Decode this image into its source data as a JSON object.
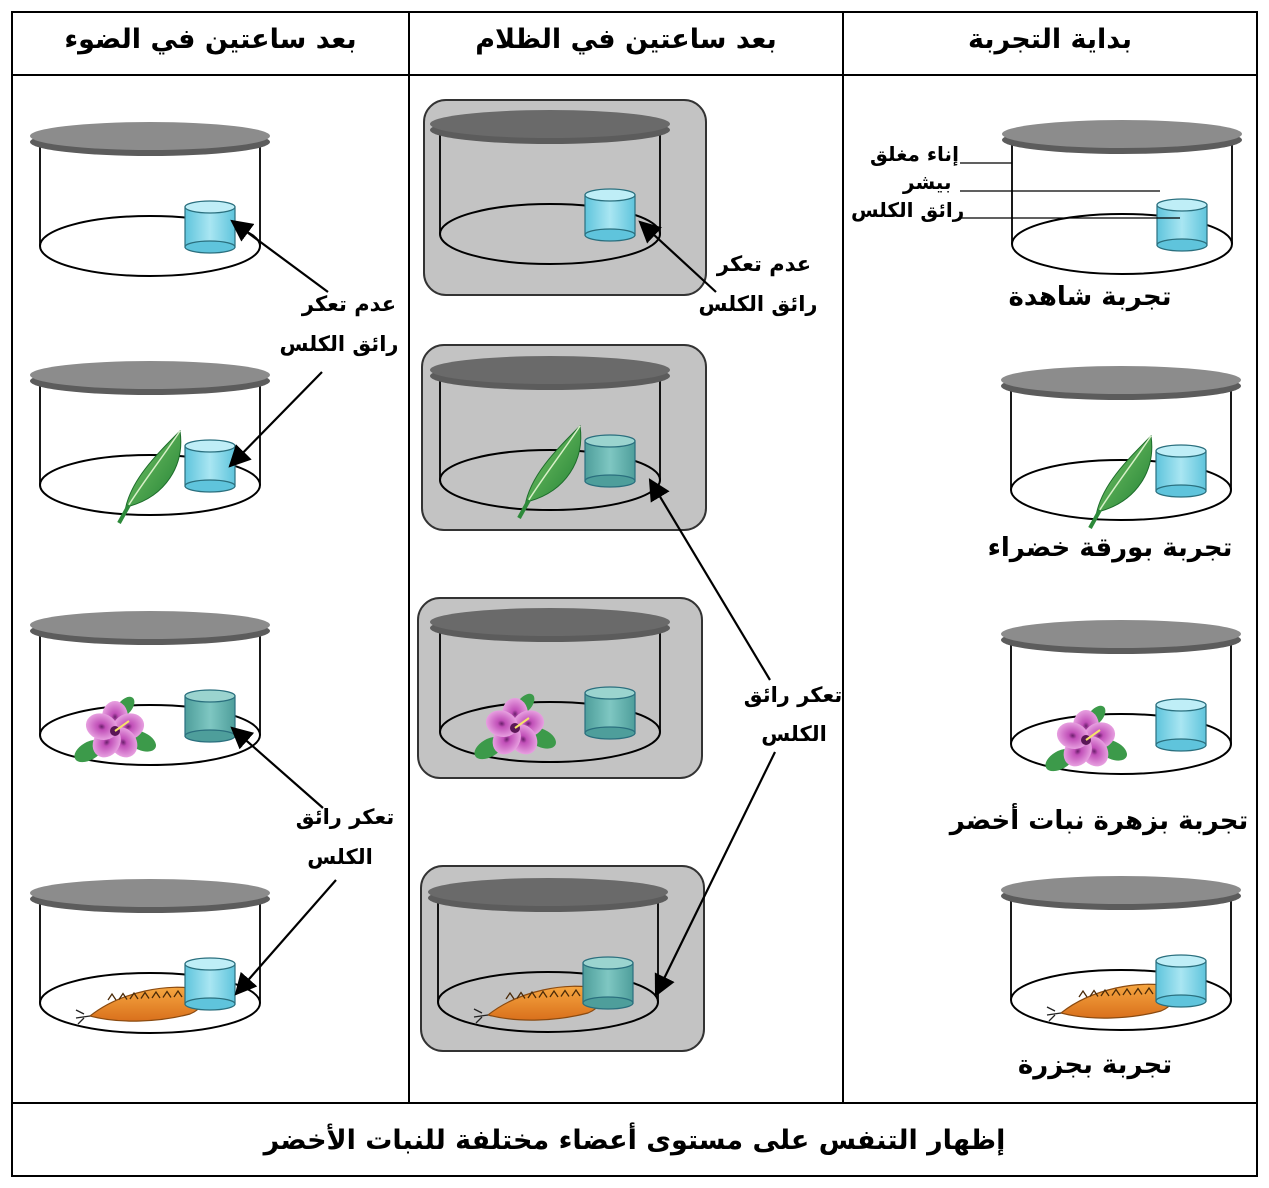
{
  "headers": {
    "start": "بداية التجربة",
    "dark": "بعد ساعتين في الظلام",
    "light": "بعد ساعتين في الضوء"
  },
  "captions": [
    "تجربة شاهدة",
    "تجربة بورقة خضراء",
    "تجربة بزهرة نبات أخضر",
    "تجربة بجزرة"
  ],
  "parts": {
    "closed_container": "إناء مغلق",
    "beaker": "بيشر",
    "limewater": "رائق الكلس"
  },
  "dark_annotations": {
    "no_turbidity_line1": "عدم تعكر",
    "no_turbidity_line2": "رائق الكلس",
    "turbidity_line1": "تعكر رائق",
    "turbidity_line2": "الكلس"
  },
  "light_annotations": {
    "no_turbidity_line1": "عدم تعكر",
    "no_turbidity_line2": "رائق الكلس",
    "turbidity_line1": "تعكر رائق",
    "turbidity_line2": "الكلس"
  },
  "footer": "إظهار التنفس على مستوى أعضاء مختلفة للنبات الأخضر",
  "colors": {
    "lid": "#8c8c8c",
    "lid_dark": "#6a6a6a",
    "dark_box": "#c3c3c3",
    "clear_water": "#7fd3e6",
    "cloudy_water": "#5fb1ae",
    "leaf": "#34a344",
    "flower": "#d66fc8",
    "carrot": "#e8892d"
  }
}
